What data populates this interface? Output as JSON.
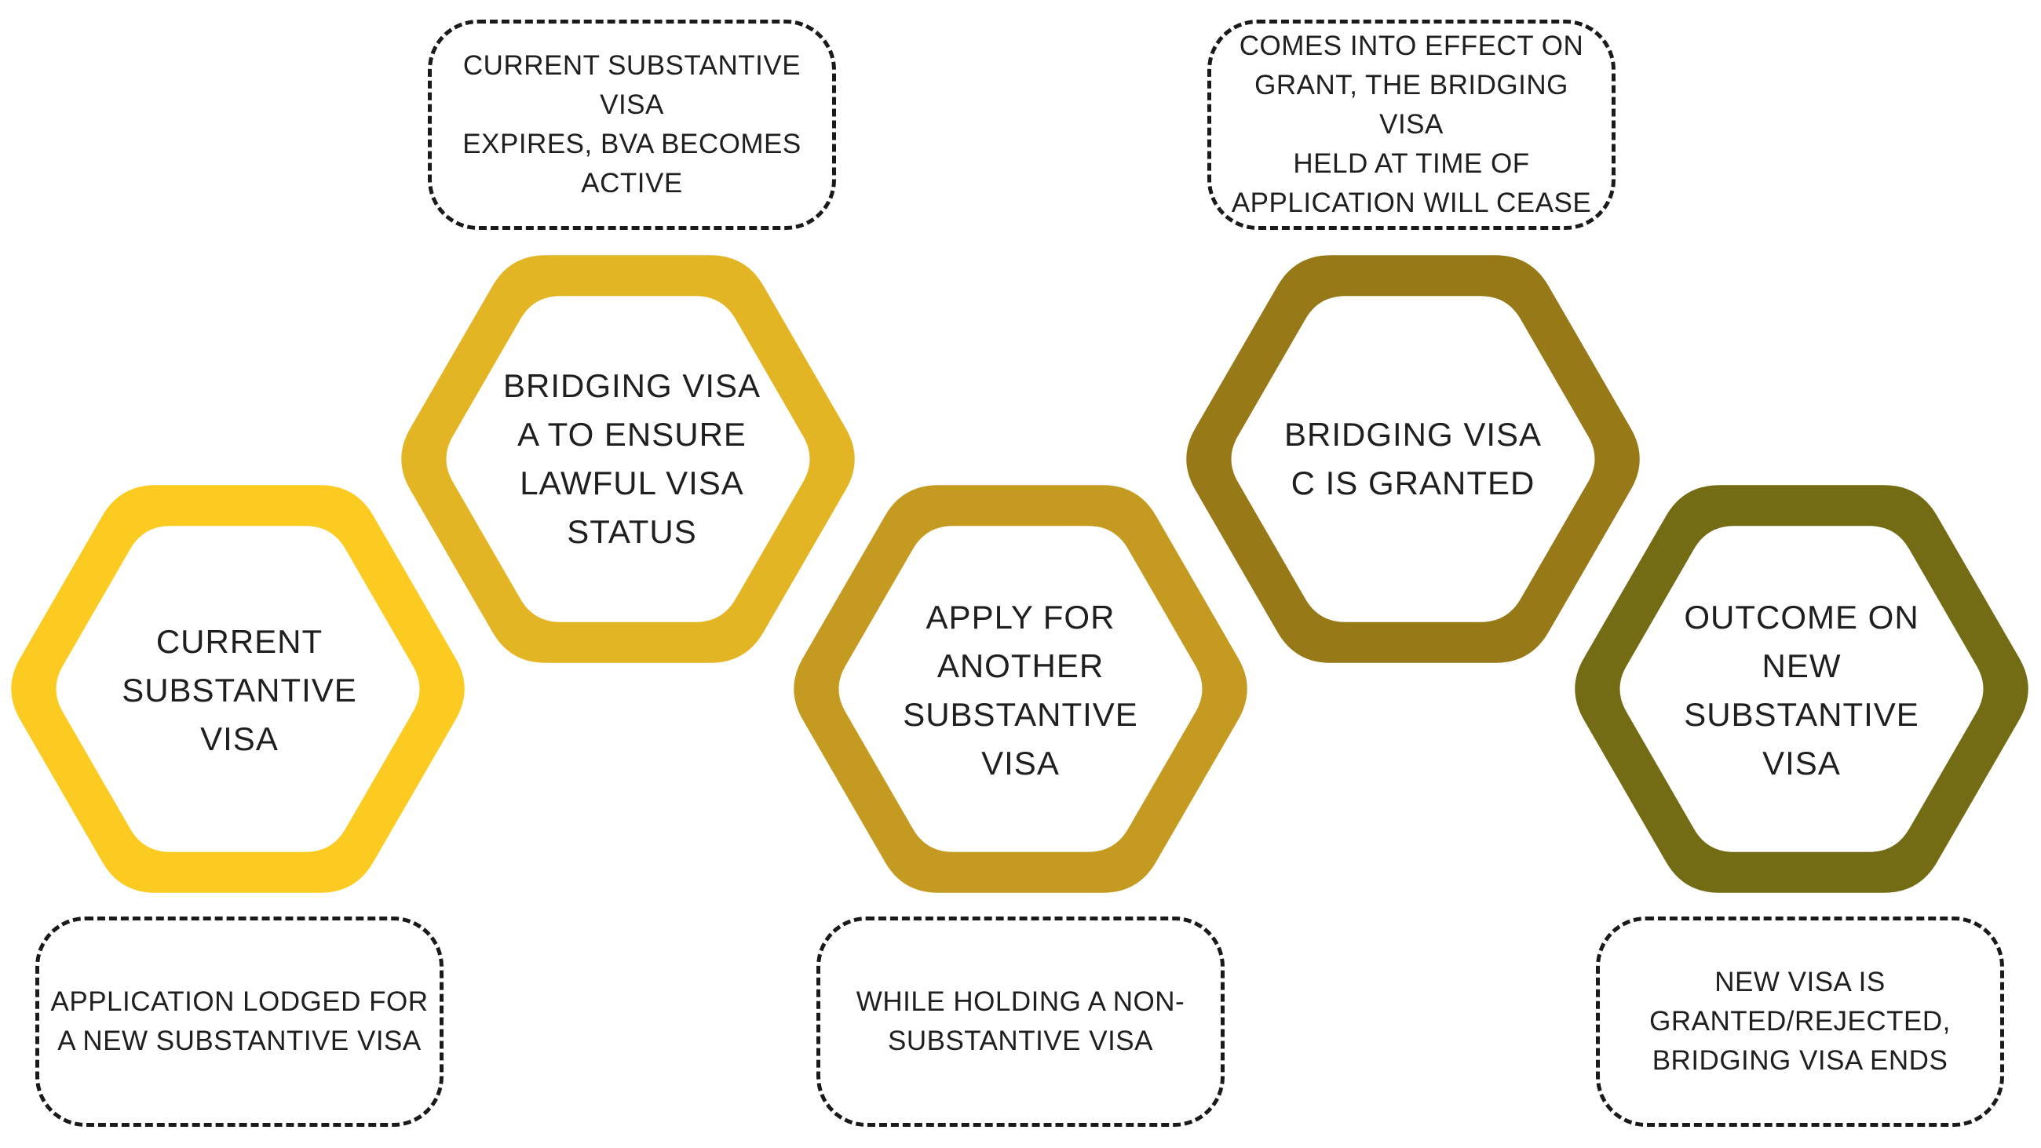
{
  "steps": [
    {
      "label": "CURRENT\nSUBSTANTIVE\nVISA",
      "color": "#FCCB22"
    },
    {
      "label": "BRIDGING VISA\nA TO ENSURE\nLAWFUL VISA\nSTATUS",
      "color": "#E3B524"
    },
    {
      "label": "APPLY FOR\nANOTHER\nSUBSTANTIVE\nVISA",
      "color": "#C49A20"
    },
    {
      "label": "BRIDGING VISA\nC IS GRANTED",
      "color": "#977918"
    },
    {
      "label": "OUTCOME ON\nNEW\nSUBSTANTIVE\nVISA",
      "color": "#736C14"
    }
  ],
  "notes": [
    {
      "text": "APPLICATION LODGED FOR\nA NEW SUBSTANTIVE VISA"
    },
    {
      "text": "CURRENT SUBSTANTIVE VISA\nEXPIRES, BVA BECOMES\nACTIVE"
    },
    {
      "text": "WHILE HOLDING A NON-\nSUBSTANTIVE VISA"
    },
    {
      "text": "COMES INTO EFFECT ON\nGRANT, THE BRIDGING VISA\nHELD AT TIME OF\nAPPLICATION WILL CEASE"
    },
    {
      "text": "NEW VISA IS\nGRANTED/REJECTED,\nBRIDGING VISA ENDS"
    }
  ]
}
